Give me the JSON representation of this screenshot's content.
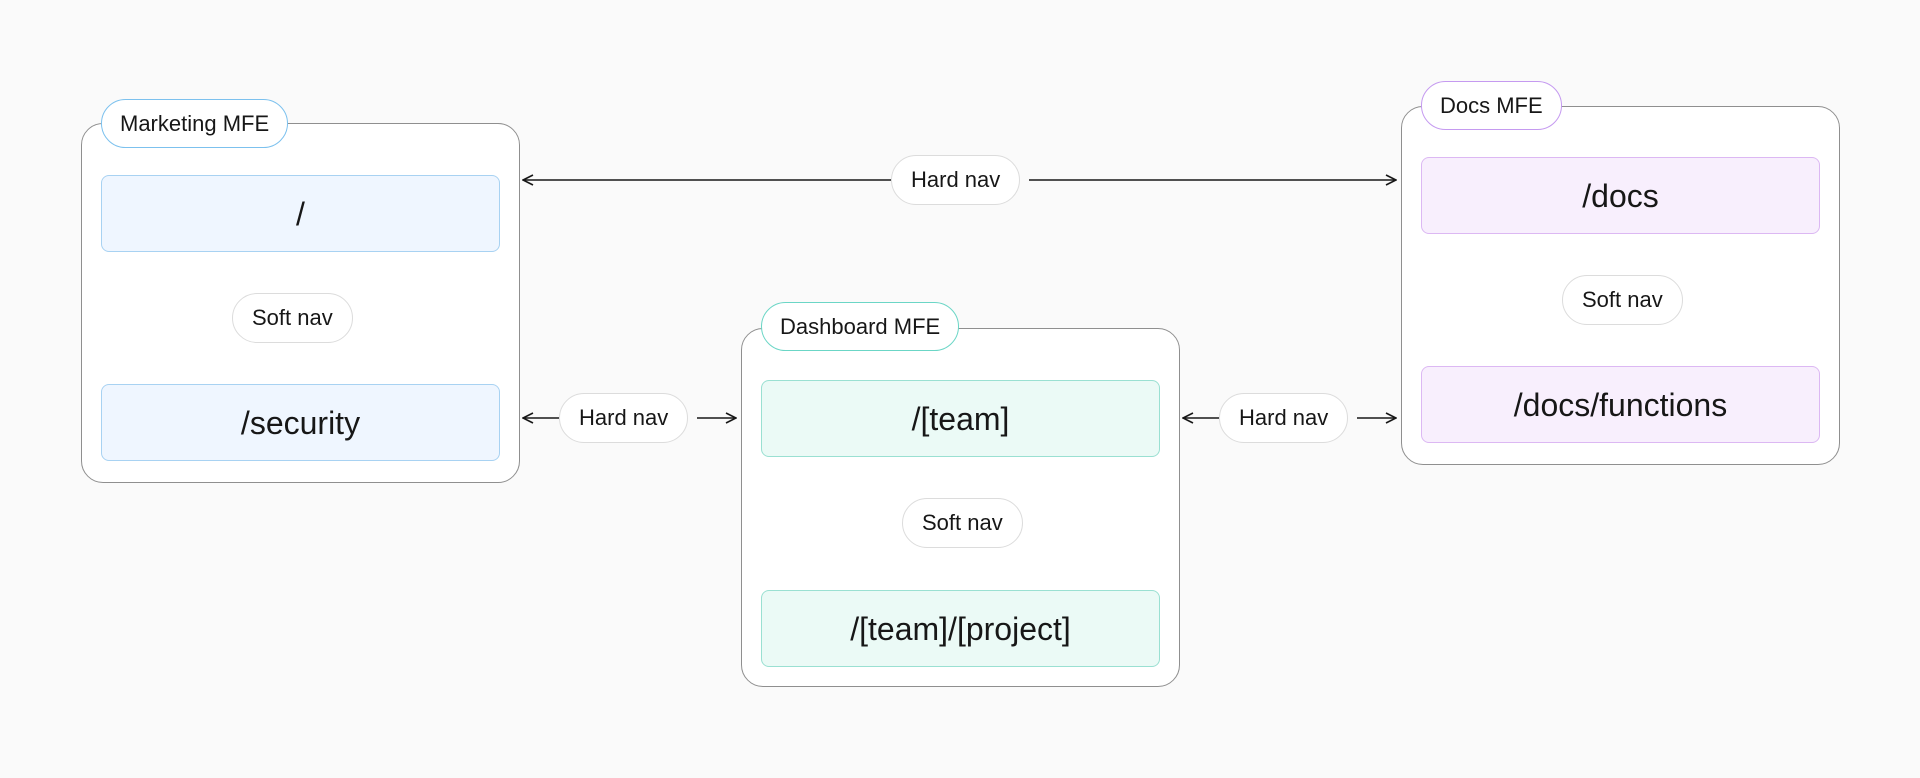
{
  "marketing": {
    "label": "Marketing MFE",
    "routes": [
      "/",
      "/security"
    ],
    "nav": "Soft nav"
  },
  "dashboard": {
    "label": "Dashboard MFE",
    "routes": [
      "/[team]",
      "/[team]/[project]"
    ],
    "nav": "Soft nav"
  },
  "docs": {
    "label": "Docs MFE",
    "routes": [
      "/docs",
      "/docs/functions"
    ],
    "nav": "Soft nav"
  },
  "hard_nav": {
    "marketing_docs": "Hard nav",
    "marketing_dashboard": "Hard nav",
    "dashboard_docs": "Hard nav"
  },
  "colors": {
    "marketing_accent": "#7cc1ee",
    "dashboard_accent": "#6bd6c6",
    "docs_accent": "#c59af0",
    "line": "#171717"
  }
}
